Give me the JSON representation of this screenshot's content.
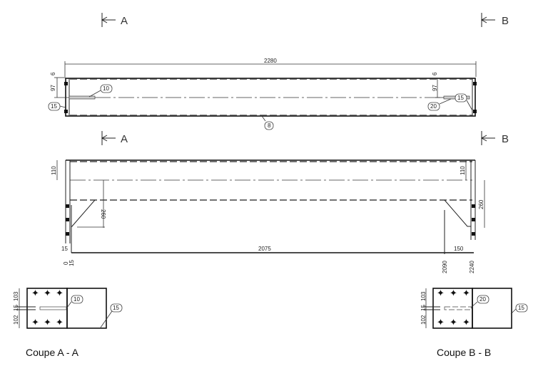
{
  "section_markers": {
    "a": "A",
    "b": "B"
  },
  "top_view": {
    "overall_length": "2280",
    "left_dims": {
      "offset": "6",
      "to_centerline": "97"
    },
    "right_dims": {
      "offset": "6",
      "to_centerline": "97"
    },
    "tags": {
      "left_plate": "15",
      "left_slot": "10",
      "bottom_weld": "8",
      "right_plate": "15",
      "right_slot": "20"
    }
  },
  "elevation": {
    "left_top": "110",
    "left_gusset": "260",
    "right_top": "110",
    "right_gusset": "260",
    "plate_thk": "15",
    "span": "2075",
    "end_offset": "150",
    "ord_0": "0",
    "ord_15": "15",
    "ord_2090": "2090",
    "ord_2240": "2240"
  },
  "section_a": {
    "caption": "Coupe A - A",
    "dim_top": "103",
    "dim_mid": "15",
    "dim_bot": "102",
    "tag_slot": "10",
    "tag_plate": "15"
  },
  "section_b": {
    "caption": "Coupe B - B",
    "dim_top": "103",
    "dim_mid": "15",
    "dim_bot": "102",
    "tag_slot": "20",
    "tag_plate": "15"
  }
}
